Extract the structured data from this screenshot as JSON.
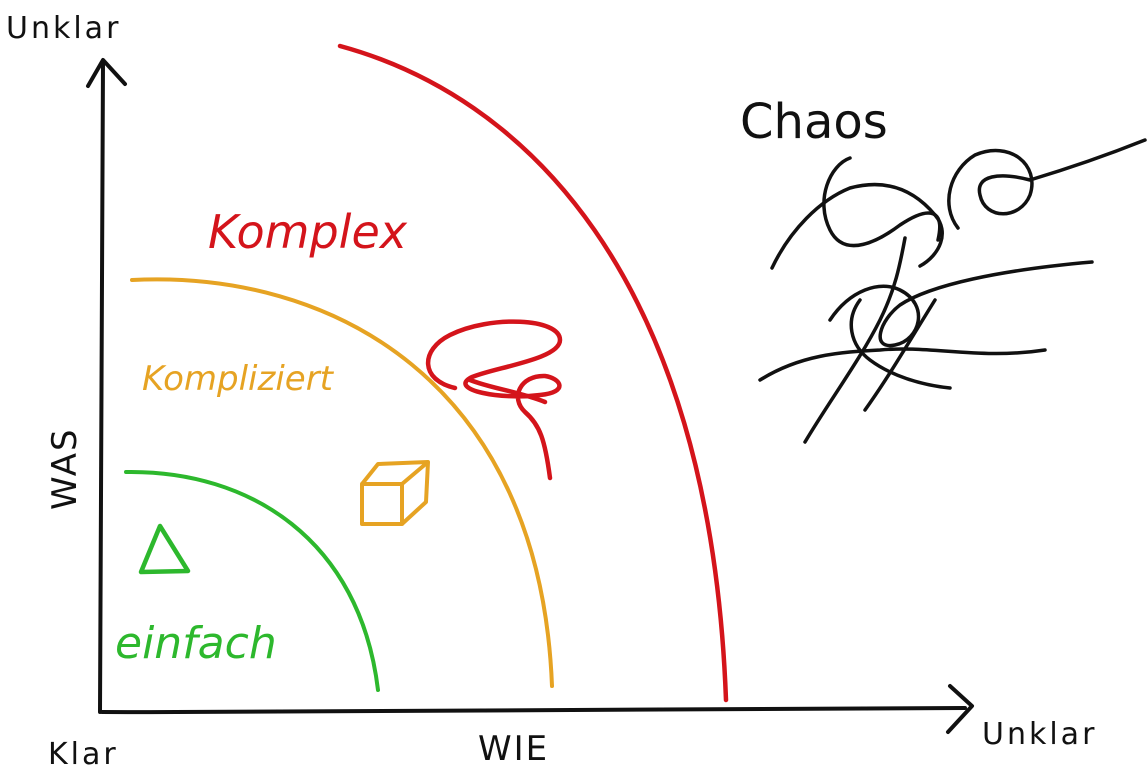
{
  "axes": {
    "y_axis_label": "WAS",
    "x_axis_label": "WIE",
    "origin_label": "Klar",
    "y_top_label": "Unklar",
    "x_end_label": "Unklar"
  },
  "zones": [
    {
      "label": "einfach",
      "color": "#2db82d",
      "icon": "triangle-icon"
    },
    {
      "label": "Kompliziert",
      "color": "#e6a323",
      "icon": "cube-icon"
    },
    {
      "label": "Komplex",
      "color": "#d4141b",
      "icon": "spiral-icon"
    },
    {
      "label": "Chaos",
      "color": "#111111",
      "icon": "tangle-icon"
    }
  ],
  "colors": {
    "ink": "#111111",
    "green": "#2db82d",
    "orange": "#e6a323",
    "red": "#d4141b",
    "background": "#ffffff"
  }
}
